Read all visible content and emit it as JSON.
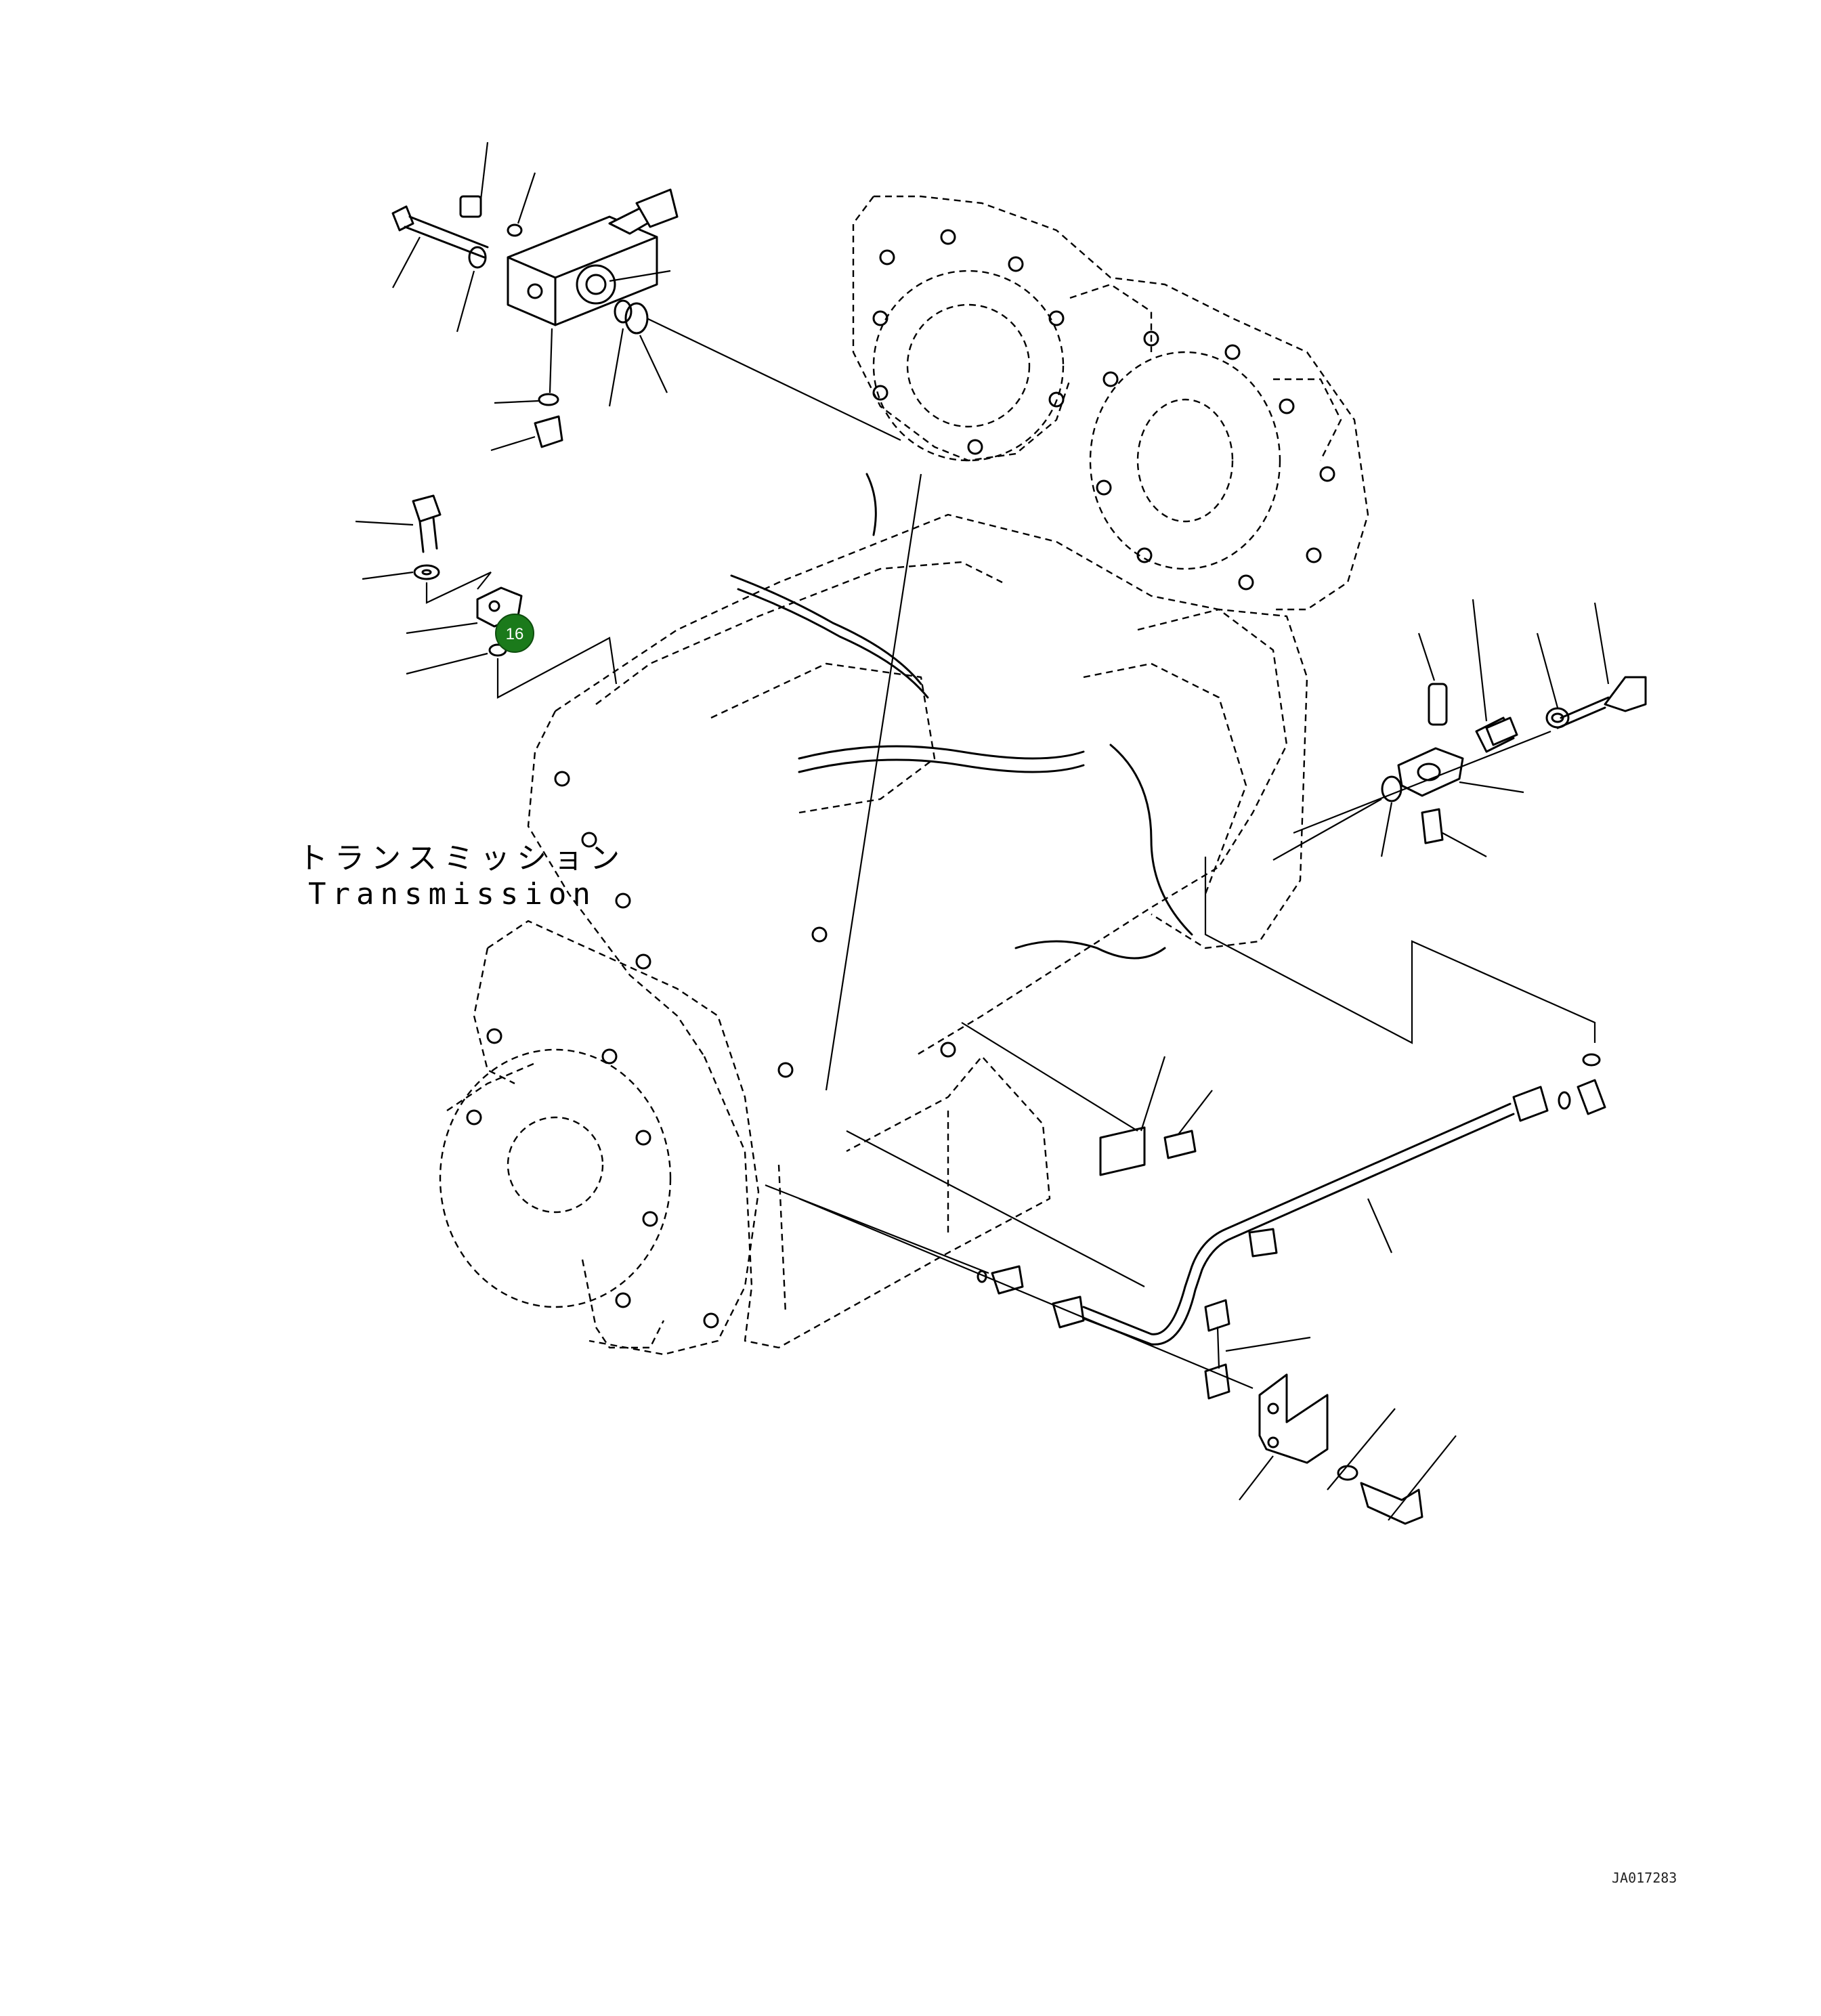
{
  "labels": {
    "transmission_jp": "トランスミッション",
    "transmission_en": "Transmission"
  },
  "callouts": [
    {
      "number": "16",
      "color": "#1b7a1b"
    }
  ],
  "drawing_number": "JA017283"
}
